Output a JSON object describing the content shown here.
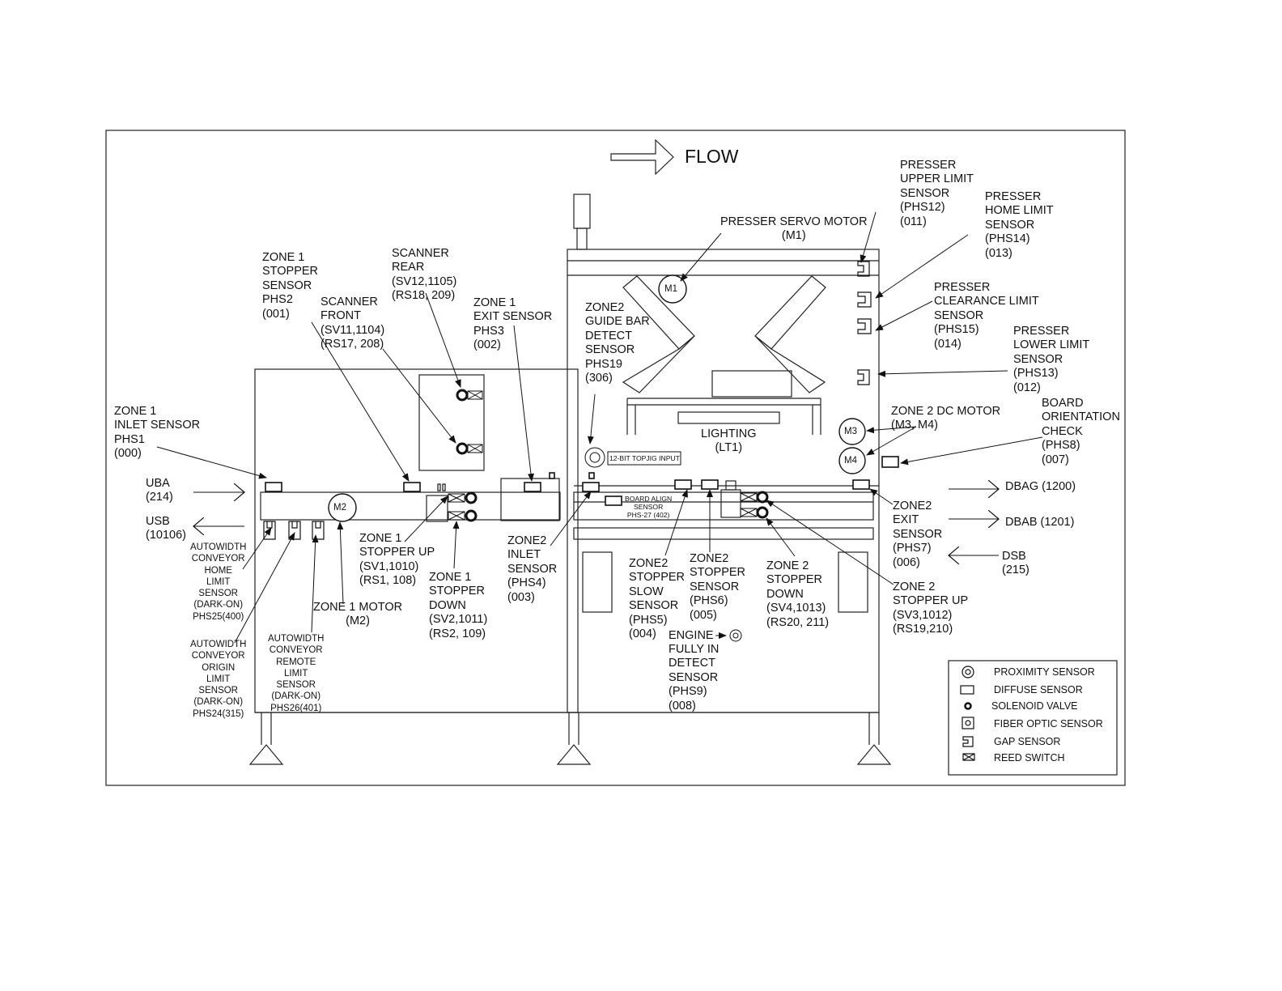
{
  "flow_label": "FLOW",
  "labels": {
    "presser_upper_limit": "PRESSER\nUPPER LIMIT\nSENSOR\n(PHS12)\n(011)",
    "presser_home_limit": "PRESSER\nHOME LIMIT\nSENSOR\n(PHS14)\n(013)",
    "presser_servo_motor": "PRESSER SERVO MOTOR\n(M1)",
    "presser_clearance_limit": "PRESSER\nCLEARANCE LIMIT\nSENSOR\n(PHS15)\n(014)",
    "presser_lower_limit": "PRESSER\nLOWER LIMIT\nSENSOR\n(PHS13)\n(012)",
    "zone1_stopper_sensor": "ZONE 1\nSTOPPER\nSENSOR\nPHS2\n(001)",
    "scanner_rear": "SCANNER\nREAR\n(SV12,1105)\n(RS18, 209)",
    "scanner_front": "SCANNER\nFRONT\n(SV11,1104)\n(RS17, 208)",
    "zone1_exit_sensor": "ZONE 1\nEXIT SENSOR\nPHS3\n(002)",
    "zone2_guide_bar": "ZONE2\nGUIDE BAR\nDETECT\nSENSOR\nPHS19\n(306)",
    "zone1_inlet_sensor": "ZONE 1\nINLET SENSOR\nPHS1\n(000)",
    "zone2_dc_motor": "ZONE 2 DC MOTOR\n(M3, M4)",
    "board_orientation": "BOARD\nORIENTATION\nCHECK\n(PHS8)\n(007)",
    "lighting": "LIGHTING\n(LT1)",
    "topjig_input": "12-BIT TOPJIG INPUT",
    "uba": "UBA\n(214)",
    "usb": "USB\n(10106)",
    "dbag": "DBAG (1200)",
    "dbab": "DBAB (1201)",
    "dsb": "DSB\n(215)",
    "board_align": "BOARD ALIGN\nSENSOR\nPHS-27 (402)",
    "zone2_exit_sensor": "ZONE2\nEXIT\nSENSOR\n(PHS7)\n(006)",
    "zone1_stopper_up": "ZONE 1\nSTOPPER UP\n(SV1,1010)\n(RS1, 108)",
    "zone2_inlet_sensor": "ZONE2\nINLET\nSENSOR\n(PHS4)\n(003)",
    "zone1_stopper_down": "ZONE 1\nSTOPPER\nDOWN\n(SV2,1011)\n(RS2, 109)",
    "zone2_stopper_slow": "ZONE2\nSTOPPER\nSLOW\nSENSOR\n(PHS5)\n(004)",
    "zone2_stopper_sensor": "ZONE2\nSTOPPER\nSENSOR\n(PHS6)\n(005)",
    "zone2_stopper_down": "ZONE 2\nSTOPPER\nDOWN\n(SV4,1013)\n(RS20, 211)",
    "zone2_stopper_up": "ZONE 2\nSTOPPER UP\n(SV3,1012)\n(RS19,210)",
    "zone1_motor": "ZONE 1 MOTOR\n(M2)",
    "engine_label": "ENGINE",
    "engine_rest": "FULLY IN\nDETECT\nSENSOR\n(PHS9)\n(008)",
    "autowidth_home": "AUTOWIDTH\nCONVEYOR\nHOME\nLIMIT\nSENSOR\n(DARK-ON)\nPHS25(400)",
    "autowidth_origin": "AUTOWIDTH\nCONVEYOR\nORIGIN\nLIMIT\nSENSOR\n(DARK-ON)\nPHS24(315)",
    "autowidth_remote": "AUTOWIDTH\nCONVEYOR\nREMOTE\nLIMIT\nSENSOR\n(DARK-ON)\nPHS26(401)"
  },
  "motors": {
    "m1": "M1",
    "m2": "M2",
    "m3": "M3",
    "m4": "M4"
  },
  "legend": [
    {
      "icon": "proximity-sensor-icon",
      "label": "PROXIMITY SENSOR"
    },
    {
      "icon": "diffuse-sensor-icon",
      "label": "DIFFUSE SENSOR"
    },
    {
      "icon": "solenoid-valve-icon",
      "label": "SOLENOID VALVE"
    },
    {
      "icon": "fiber-optic-sensor-icon",
      "label": "FIBER OPTIC SENSOR"
    },
    {
      "icon": "gap-sensor-icon",
      "label": "GAP SENSOR"
    },
    {
      "icon": "reed-switch-icon",
      "label": "REED SWITCH"
    }
  ]
}
